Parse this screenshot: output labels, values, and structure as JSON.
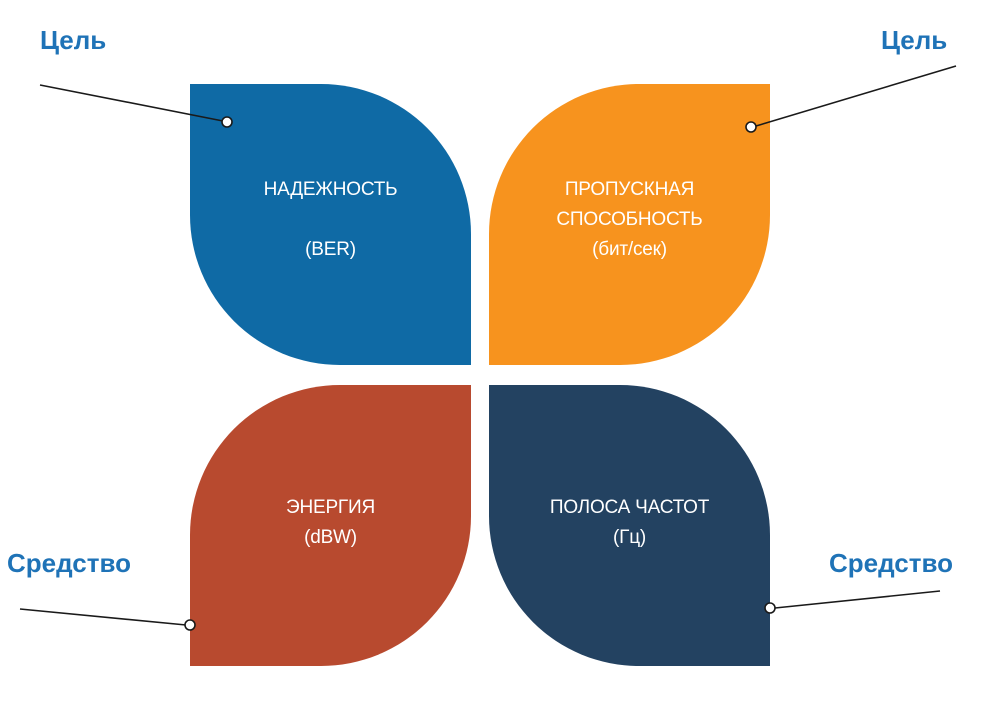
{
  "callouts": {
    "top_left": "Цель",
    "top_right": "Цель",
    "bottom_left": "Средство",
    "bottom_right": "Средство"
  },
  "petals": {
    "reliability": {
      "title": "НАДЕЖНОСТЬ",
      "unit": "(BER)",
      "color": "#0f6aa5"
    },
    "throughput": {
      "line1": "ПРОПУСКНАЯ",
      "line2": "СПОСОБНОСТЬ",
      "unit": "(бит/сек)",
      "color": "#f7931e"
    },
    "energy": {
      "title": "ЭНЕРГИЯ",
      "unit": "(dBW)",
      "color": "#b84a2f"
    },
    "bandwidth": {
      "title": "ПОЛОСА ЧАСТОТ",
      "unit": "(Гц)",
      "color": "#234261"
    }
  },
  "colors": {
    "callout_text": "#1f73b7",
    "connector": "#1a1a1a"
  }
}
